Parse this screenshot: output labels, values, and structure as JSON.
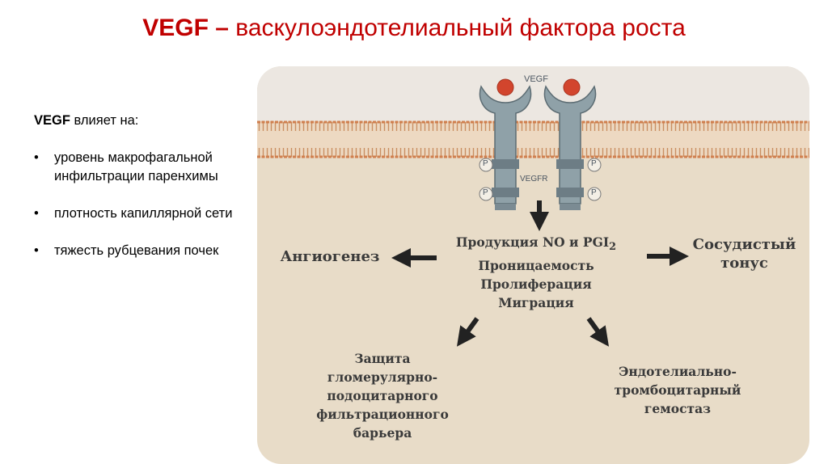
{
  "title": {
    "prefix": "VEGF – ",
    "rest": "васкулоэндотелиальный фактора роста"
  },
  "left": {
    "heading_bold": "VEGF",
    "heading_rest": " влияет на:",
    "bullets": [
      {
        "symbol": "•",
        "text": "уровень макрофагальной инфильтрации паренхимы"
      },
      {
        "symbol": "•",
        "text": "плотность капиллярной сети"
      },
      {
        "symbol": "•",
        "text": "тяжесть рубцевания почек"
      }
    ]
  },
  "diagram": {
    "vegf_label": "VEGF",
    "vegfr_label": "VEGFR",
    "phospho": "P",
    "center": {
      "line1": "Продукция NO и PGI",
      "line1_sub": "2",
      "line2": "Проницаемость",
      "line3": "Пролиферация",
      "line4": "Миграция"
    },
    "left_effect": "Ангиогенез",
    "right_effect_line1": "Сосудистый",
    "right_effect_line2": "тонус",
    "bottom_left": [
      "Защита",
      "гломерулярно-",
      "подоцитарного",
      "фильтрационного",
      "барьера"
    ],
    "bottom_right": [
      "Эндотелиально-",
      "тромбоцитарный",
      "гемостаз"
    ]
  },
  "colors": {
    "title": "#c00000",
    "background_panel": "#e8dcc8",
    "membrane": "#d6a57a",
    "receptor": "#8fa1a8",
    "ligand": "#d2452d",
    "arrow": "#222222"
  }
}
